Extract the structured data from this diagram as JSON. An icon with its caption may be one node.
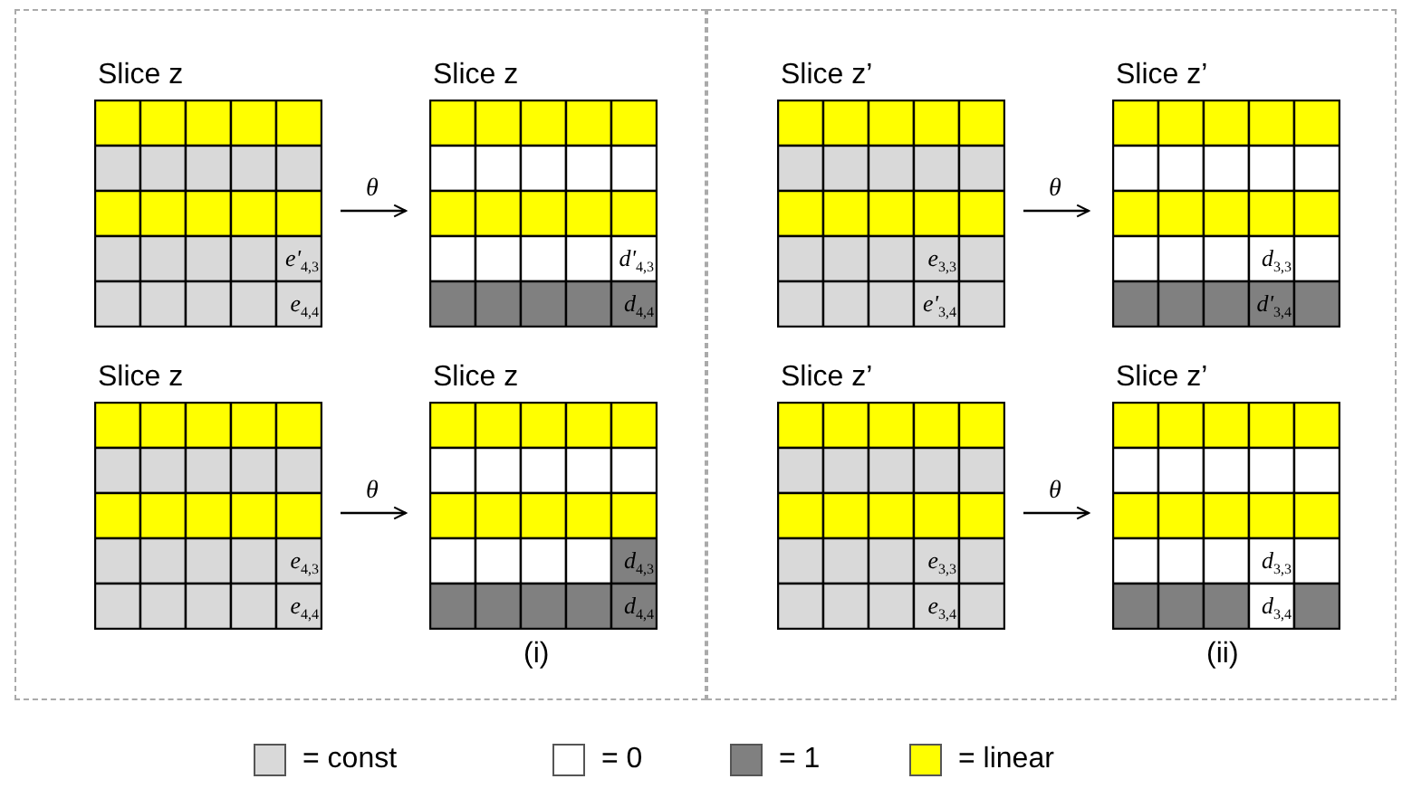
{
  "diagram": {
    "nodes": [
      {
        "text": [
          "(i)"
        ]
      },
      {
        "text": [
          "Slice z",
          "e'$_{4,3}$",
          "e$_{4,4}$"
        ],
        "in": 0
      },
      {
        "text": [
          "Slice z",
          "d'$_{4,3}$",
          "d$_{4,4}$"
        ],
        "in": 0
      },
      {
        "text": [
          "Slice z",
          "e$_{4,3}$",
          "e$_{4,4}$"
        ],
        "in": 0
      },
      {
        "text": [
          "Slice z",
          "d$_{4,3}$",
          "d$_{4,4}$"
        ],
        "in": 0
      },
      {
        "text": [
          "(ii)"
        ]
      },
      {
        "text": [
          "Slice z’",
          "e$_{3,3}$",
          "e'$_{3,4}$"
        ],
        "in": 5
      },
      {
        "text": [
          "Slice z’",
          "d$_{3,3}$",
          "d'$_{3,4}$"
        ],
        "in": 5
      },
      {
        "text": [
          "Slice z’",
          "e$_{3,3}$",
          "e$_{3,4}$"
        ],
        "in": 5
      },
      {
        "text": [
          "Slice z’",
          "d$_{3,3}$",
          "d$_{3,4}$"
        ],
        "in": 5
      }
    ],
    "edges": [
      {
        "from": 1,
        "to": 2,
        "arrow": "to",
        "label": "θ"
      },
      {
        "from": 3,
        "to": 4,
        "arrow": "to",
        "label": "θ"
      },
      {
        "from": 6,
        "to": 7,
        "arrow": "to",
        "label": "θ"
      },
      {
        "from": 8,
        "to": 9,
        "arrow": "to",
        "label": "θ"
      }
    ],
    "legend": [
      {
        "text": "= const",
        "color": "#d9d9d9"
      },
      {
        "text": "= 0",
        "color": "#ffffff"
      },
      {
        "text": "= 1",
        "color": "#808080"
      },
      {
        "text": "= linear",
        "color": "#ffff00"
      }
    ]
  }
}
